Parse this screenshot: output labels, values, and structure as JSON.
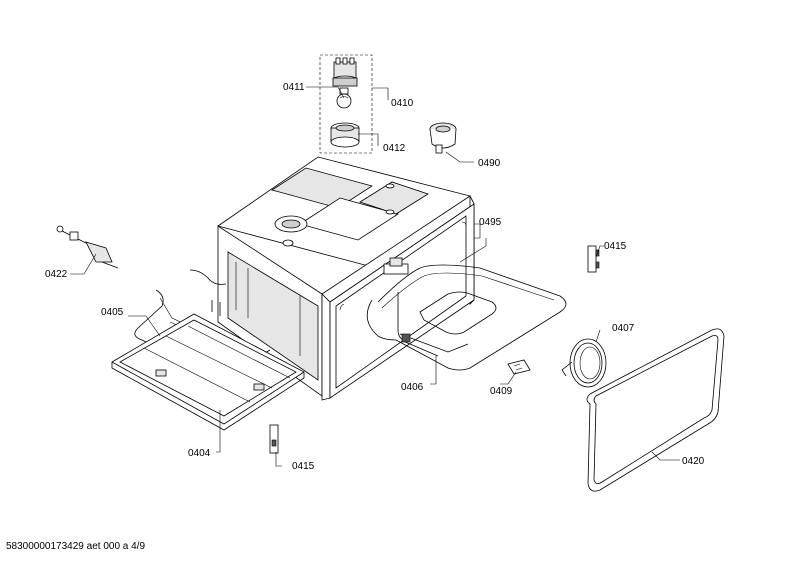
{
  "parts": [
    {
      "id": "0411",
      "label": "0411"
    },
    {
      "id": "0410",
      "label": "0410"
    },
    {
      "id": "0412",
      "label": "0412"
    },
    {
      "id": "0490",
      "label": "0490"
    },
    {
      "id": "0495",
      "label": "0495"
    },
    {
      "id": "0415a",
      "label": "0415"
    },
    {
      "id": "0422",
      "label": "0422"
    },
    {
      "id": "0405",
      "label": "0405"
    },
    {
      "id": "0407",
      "label": "0407"
    },
    {
      "id": "0406",
      "label": "0406"
    },
    {
      "id": "0409",
      "label": "0409"
    },
    {
      "id": "0404",
      "label": "0404"
    },
    {
      "id": "0415b",
      "label": "0415"
    },
    {
      "id": "0420",
      "label": "0420"
    }
  ],
  "footer": "58300000173429 aet 000 a 4/9"
}
